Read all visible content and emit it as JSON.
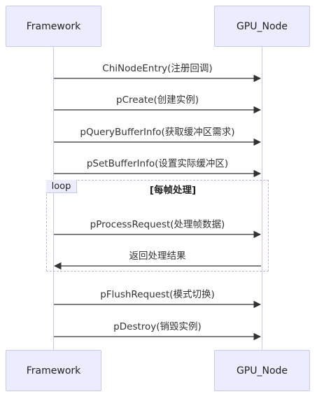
{
  "actors": {
    "left": "Framework",
    "right": "GPU_Node"
  },
  "messages": [
    {
      "label": "ChiNodeEntry(注册回调)",
      "direction": "right"
    },
    {
      "label": "pCreate(创建实例)",
      "direction": "right"
    },
    {
      "label": "pQueryBufferInfo(获取缓冲区需求)",
      "direction": "right"
    },
    {
      "label": "pSetBufferInfo(设置实际缓冲区)",
      "direction": "right"
    },
    {
      "label": "pProcessRequest(处理帧数据)",
      "direction": "right"
    },
    {
      "label": "返回处理结果",
      "direction": "left",
      "style": "dashed"
    },
    {
      "label": "pFlushRequest(模式切换)",
      "direction": "right"
    },
    {
      "label": "pDestroy(销毁实例)",
      "direction": "right"
    }
  ],
  "loop": {
    "tag": "loop",
    "title": "[每帧处理]"
  },
  "colors": {
    "actor_fill": "#ececff",
    "actor_border": "#c8c8f0",
    "arrow": "#333333"
  }
}
